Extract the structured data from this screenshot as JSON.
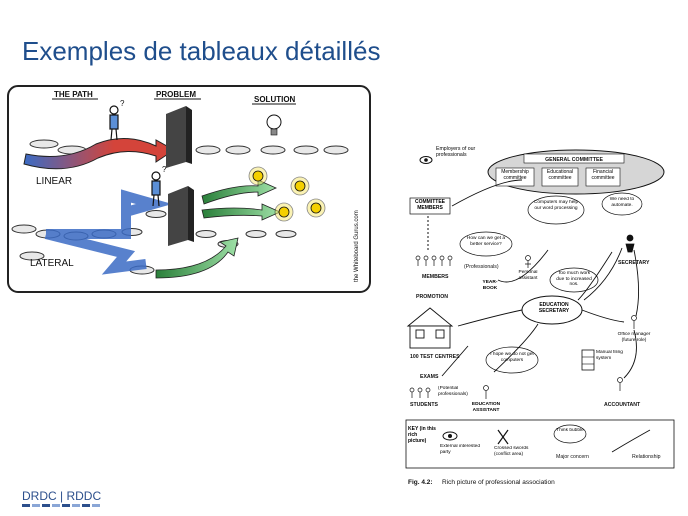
{
  "slide": {
    "title": "Exemples de tableaux détaillés"
  },
  "cartoon": {
    "path_label": "THE PATH",
    "problem_label": "PROBLEM",
    "solution_label": "SOLUTION",
    "linear_label": "LINEAR",
    "lateral_label": "LATERAL",
    "signature": "the Whiteboard Gurus.com"
  },
  "rich_picture": {
    "employers": "Employers of our professionals",
    "general_committee": "GENERAL COMMITTEE",
    "membership_committee": "Membership committee",
    "educational_committee": "Educational committee",
    "financial_committee": "Financial committee",
    "committee_members": "COMMITTEE MEMBERS",
    "computers_help": "Computers may help our word processing",
    "need_automate": "We need to automate.",
    "better_service": "How can we get a better service?",
    "professionals": "(Professionals)",
    "members": "MEMBERS",
    "personal_assistant": "Personal assistant",
    "too_much_work": "Too much work due to increased nos.",
    "secretary": "SECRETARY",
    "yearbook": "YEAR-BOOK",
    "promotion": "PROMOTION",
    "education_secretary": "EDUCATION SECRETARY",
    "office_manager": "Office manager (future role)",
    "test_centres": "100 TEST CENTRES",
    "hope_computers": "I hope we do not get computers",
    "manual_filing": "Manual filing system",
    "exams": "EXAMS",
    "potential_professionals": "(Potential professionals)",
    "students": "STUDENTS",
    "education_assistant": "EDUCATION ASSISTANT",
    "accountant": "ACCOUNTANT",
    "key_title": "KEY (in this rich picture)",
    "key_external": "External interested party",
    "key_swords": "Crossed swords (conflict area)",
    "key_bubble": "Think bubble",
    "key_concern": "Major concern",
    "key_relationship": "Relationship",
    "caption_prefix": "Fig. 4.2:",
    "caption_text": "Rich picture of professional association"
  },
  "logo": {
    "text": "DRDC | RDDC"
  },
  "colors": {
    "title": "#1f4e8c",
    "logo": "#2c4f8c",
    "arrow_red": "#d4443a",
    "arrow_blue": "#5b8fd6",
    "arrow_green": "#4cae62"
  }
}
